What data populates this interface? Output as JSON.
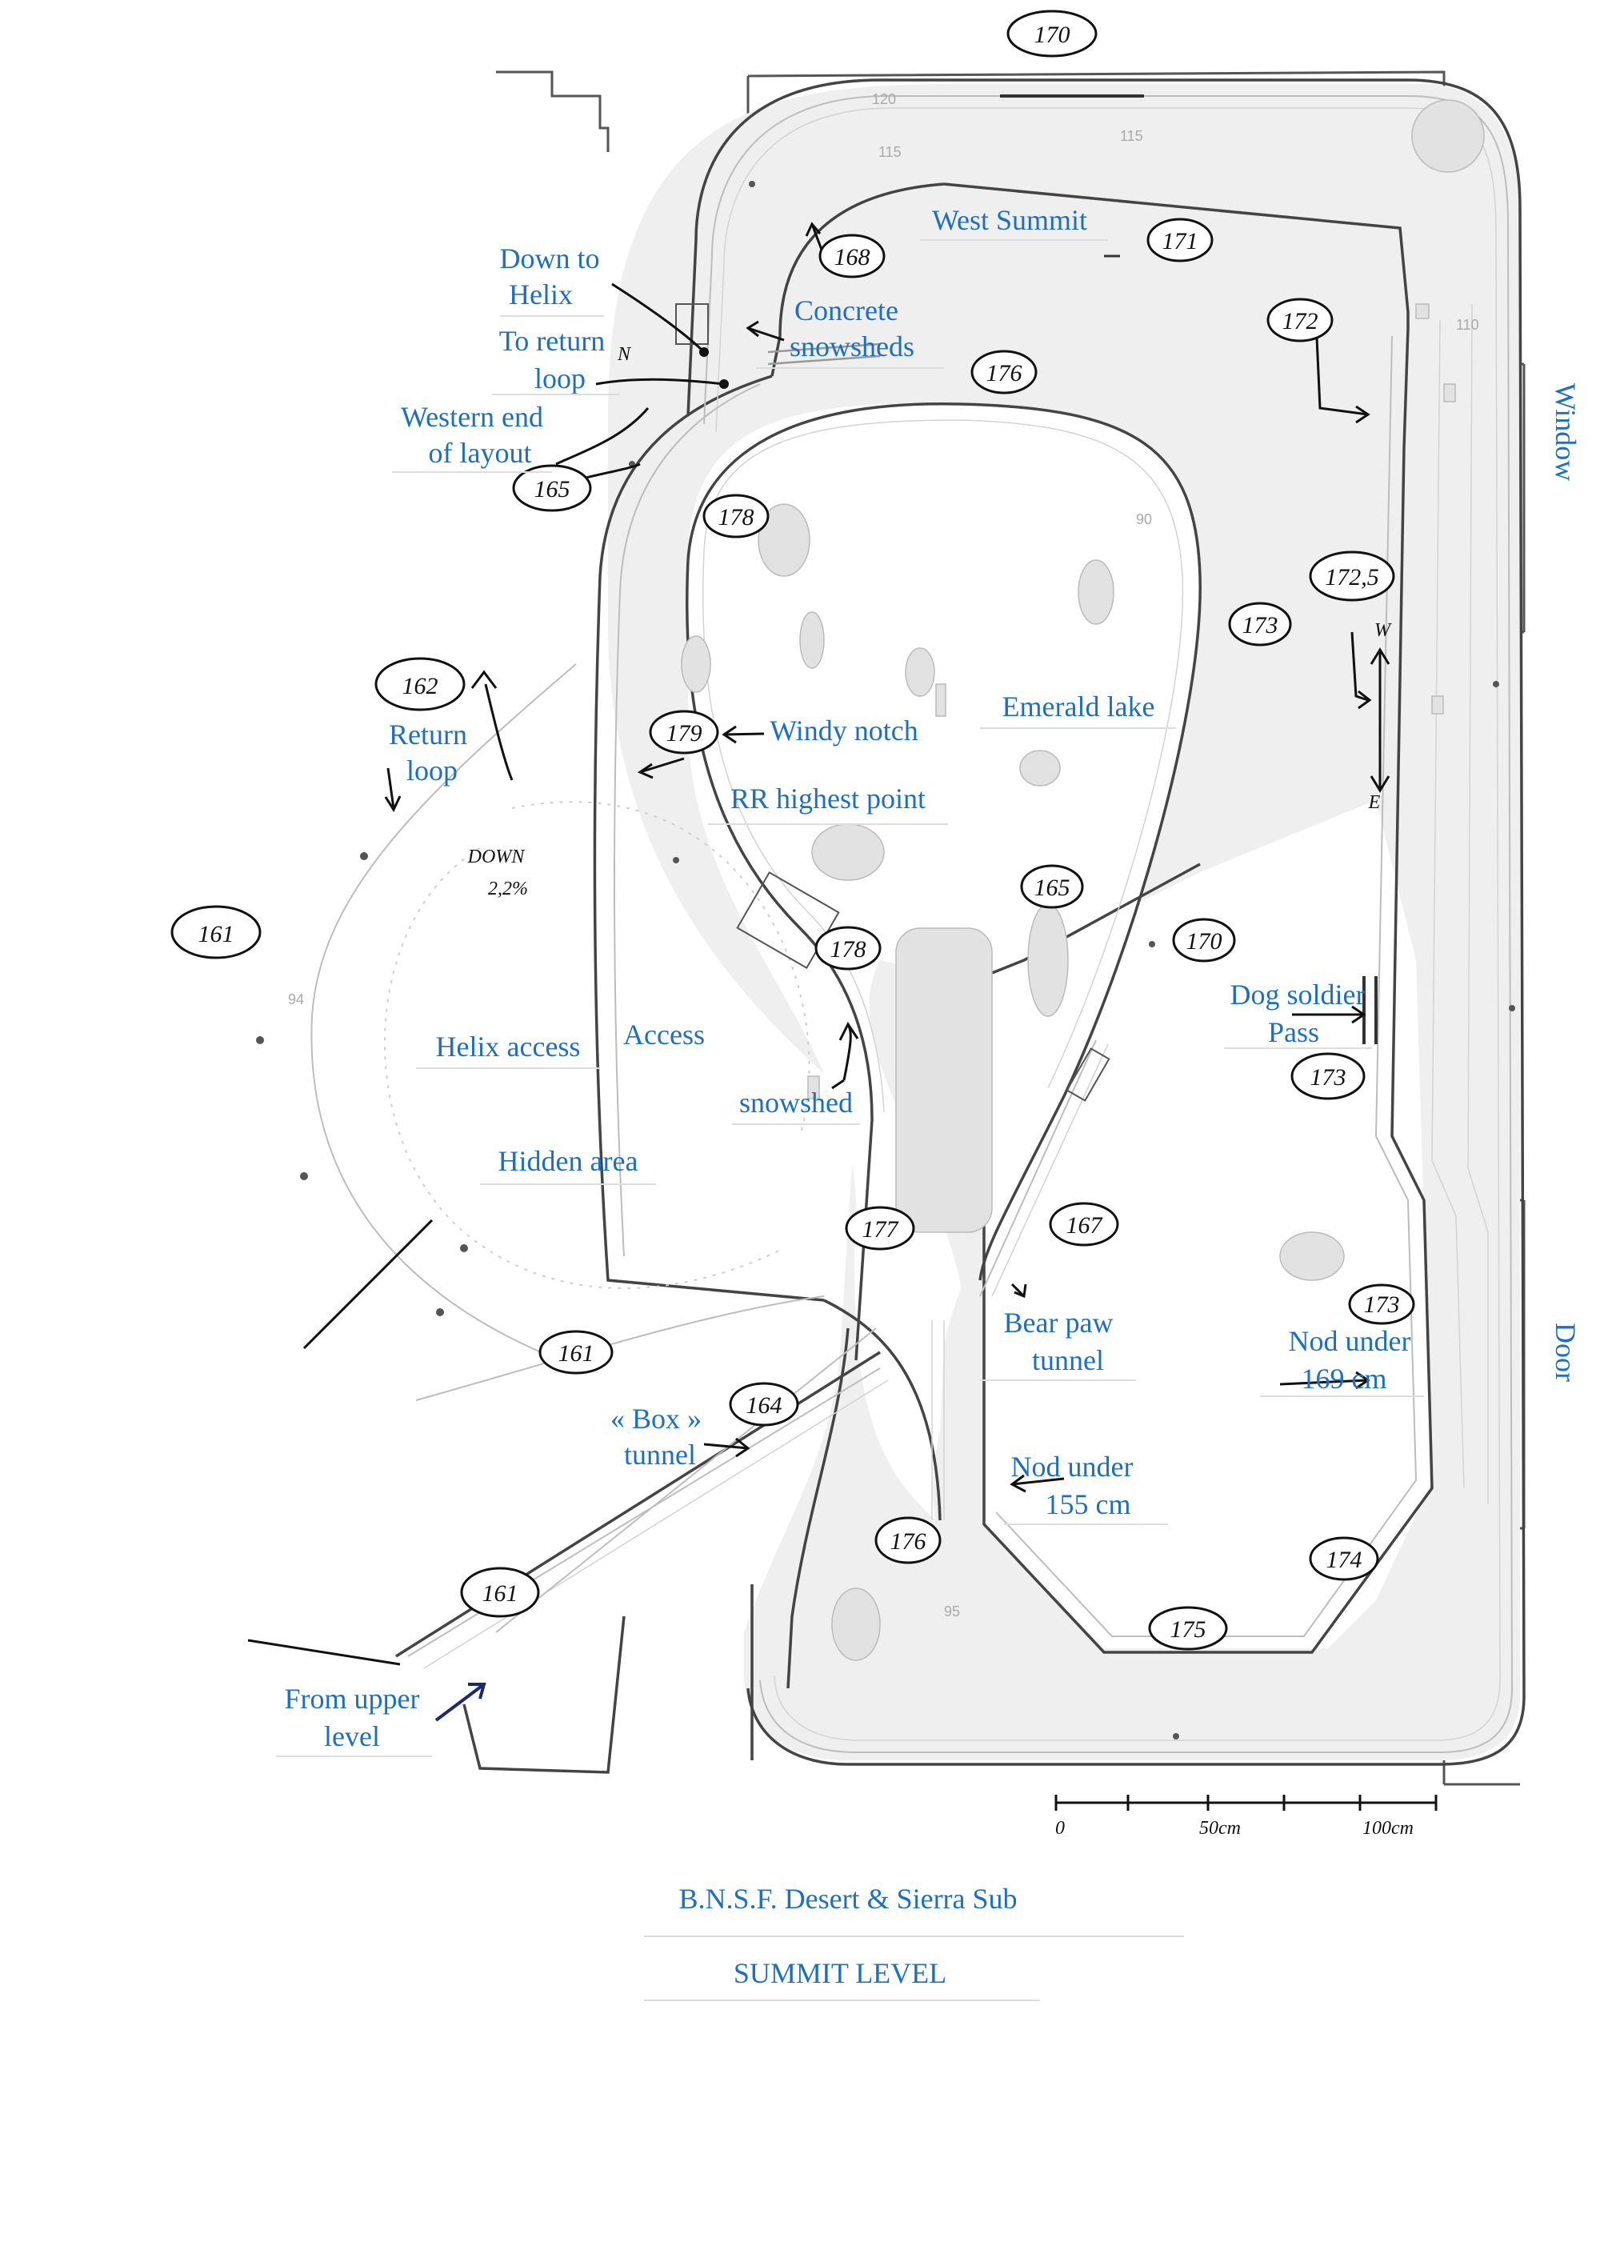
{
  "labels": {
    "down_to_helix": [
      "Down to",
      "Helix"
    ],
    "to_return_loop": [
      "To return",
      "loop"
    ],
    "western_end": [
      "Western end",
      "of layout"
    ],
    "concrete_snowsheds": [
      "Concrete",
      "snowsheds"
    ],
    "west_summit": "West Summit",
    "window": "Window",
    "door": "Door",
    "return_loop": [
      "Return",
      "loop"
    ],
    "windy_notch": "Windy notch",
    "rr_highest_point": "RR highest point",
    "emerald_lake": "Emerald lake",
    "helix_access": "Helix access",
    "access": "Access",
    "snowshed": "snowshed",
    "hidden_area": "Hidden area",
    "dog_soldier_pass": [
      "Dog soldier",
      "Pass"
    ],
    "bear_paw_tunnel": [
      "Bear paw",
      "tunnel"
    ],
    "nod_under_169": [
      "Nod under",
      "169 cm"
    ],
    "box_tunnel": [
      "« Box »",
      "tunnel"
    ],
    "nod_under_155": [
      "Nod under",
      "155 cm"
    ],
    "from_upper_level": [
      "From upper",
      "level"
    ],
    "down_grade": [
      "DOWN",
      "2,2%"
    ],
    "compass_w": "W",
    "compass_e": "E",
    "north_mark": "N"
  },
  "elevations": {
    "e170_top": "170",
    "e168": "168",
    "e171": "171",
    "e176_top": "176",
    "e172": "172",
    "e165_top": "165",
    "e178_top": "178",
    "e172_5": "172,5",
    "e173_a": "173",
    "e162": "162",
    "e179": "179",
    "e161_left": "161",
    "e165_center": "165",
    "e178_mid": "178",
    "e170_right": "170",
    "e173_b": "173",
    "e177": "177",
    "e167": "167",
    "e173_c": "173",
    "e161_mid": "161",
    "e164": "164",
    "e176_bottom": "176",
    "e174": "174",
    "e161_bottom": "161",
    "e175": "175"
  },
  "track_marks": {
    "m120": "120",
    "m115a": "115",
    "m115b": "115",
    "m110": "110",
    "m90": "90",
    "m94": "94",
    "m95": "95"
  },
  "scale": {
    "zero": "0",
    "mid": "50cm",
    "end": "100cm"
  },
  "title": {
    "line1": "B.N.S.F. Desert & Sierra Sub",
    "line2": "SUMMIT LEVEL"
  }
}
